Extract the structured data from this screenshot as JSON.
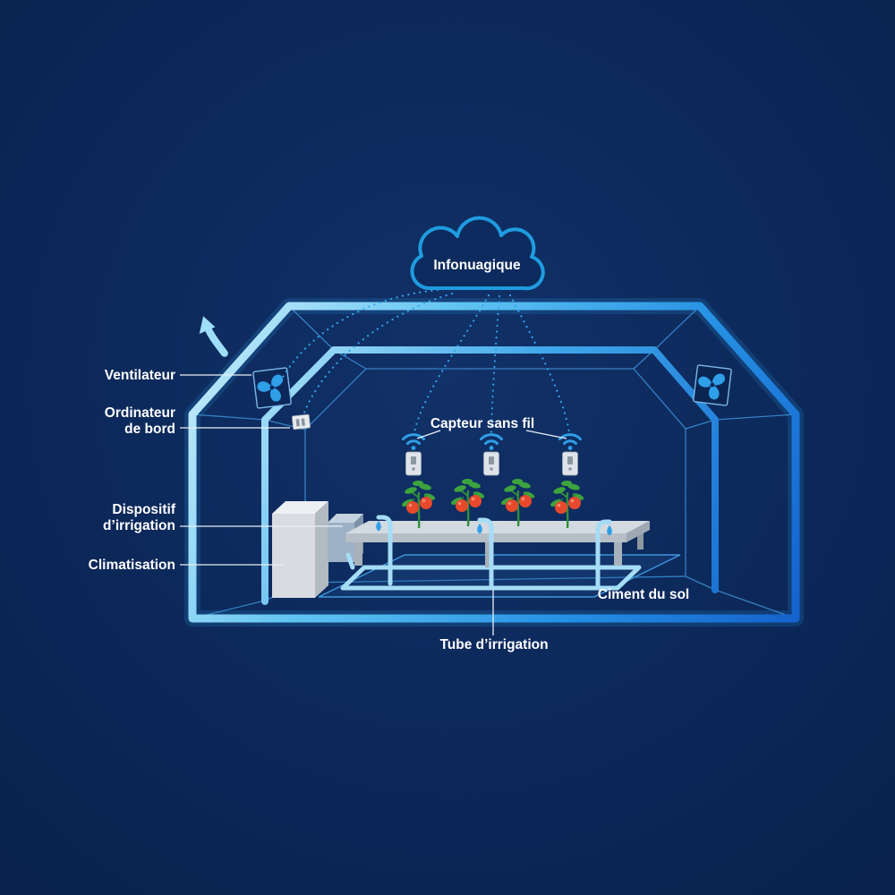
{
  "cloud": {
    "label": "Infonuagique"
  },
  "labels": {
    "ventilateur": "Ventilateur",
    "ordinateur_1": "Ordinateur",
    "ordinateur_2": "de bord",
    "dispositif_1": "Dispositif",
    "dispositif_2": "d’irrigation",
    "climatisation": "Climatisation",
    "capteur": "Capteur sans fil",
    "ciment": "Ciment du sol",
    "tube": "Tube d’irrigation"
  },
  "colors": {
    "background": "#0a2453",
    "frame_light": "#cdeffc",
    "frame_dark": "#1563ce",
    "accent_blue": "#2f9fe8",
    "label_text": "#ffffff",
    "tomato_red": "#e8492c",
    "leaf_green": "#3da43d",
    "pipe_blue": "#a5dcf6"
  }
}
